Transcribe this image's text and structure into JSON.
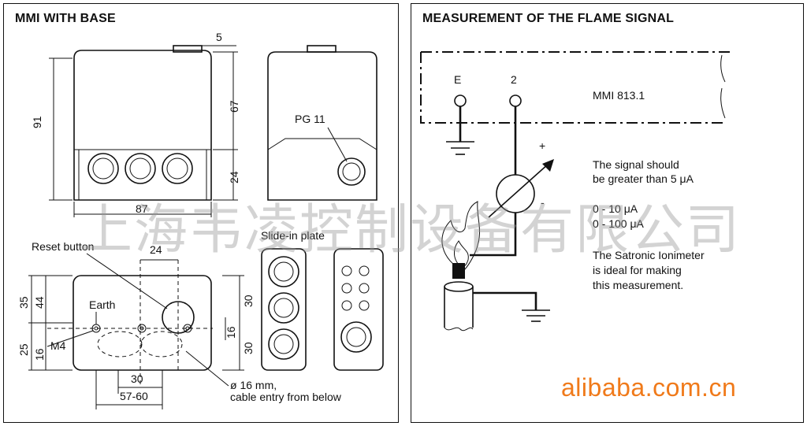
{
  "left_panel": {
    "title": "MMI WITH BASE",
    "dims": {
      "d5": "5",
      "d91": "91",
      "d67": "67",
      "d24v": "24",
      "d87": "87",
      "pg11": "PG 11",
      "slide": "Slide-in plate",
      "reset": "Reset button",
      "d24h": "24",
      "d35": "35",
      "d44": "44",
      "d25": "25",
      "d16a": "16",
      "d16b": "16",
      "d30a": "30",
      "d30b": "30",
      "earth": "Earth",
      "m4": "M4",
      "d30h": "30",
      "d5760": "57-60",
      "dia16": "ø 16 mm,",
      "cable": "cable entry from below"
    }
  },
  "right_panel": {
    "title": "MEASUREMENT OF THE FLAME SIGNAL",
    "label_e": "E",
    "label_2": "2",
    "device": "MMI 813.1",
    "plus": "+",
    "minus": "-",
    "text_lines": [
      "The signal should",
      "be greater than 5 μA",
      "0 - 10 μA",
      "0 - 100 μA",
      "The Satronic Ionimeter",
      "is ideal for making",
      "this measurement."
    ]
  },
  "watermark": "上海韦凌控制设备有限公司",
  "logo": "alibaba.com.cn"
}
